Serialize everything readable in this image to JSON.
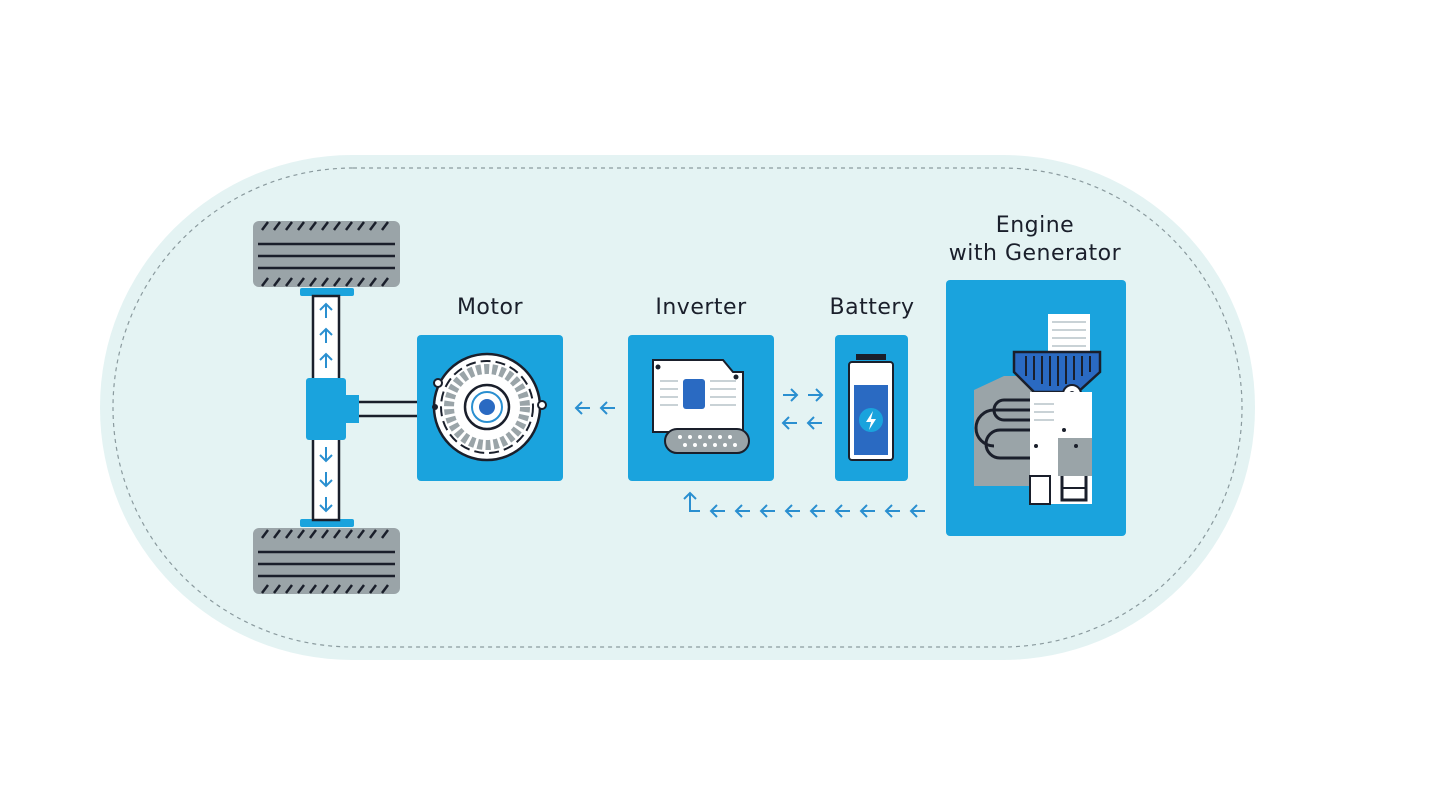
{
  "diagram": {
    "components": {
      "motor": {
        "label": "Motor"
      },
      "inverter": {
        "label": "Inverter"
      },
      "battery": {
        "label": "Battery"
      },
      "engine": {
        "label_line1": "Engine",
        "label_line2": "with Generator"
      }
    },
    "flows": [
      {
        "from": "engine",
        "to": "inverter",
        "style": "dashed-arrows"
      },
      {
        "from": "inverter",
        "to": "battery",
        "style": "dashed-arrows"
      },
      {
        "from": "battery",
        "to": "inverter",
        "style": "dashed-arrows"
      },
      {
        "from": "inverter",
        "to": "motor",
        "style": "dashed-arrows"
      },
      {
        "from": "motor",
        "to": "wheels",
        "style": "dashed-arrows"
      }
    ],
    "colors": {
      "background_pill": "#e4f3f3",
      "tile_blue": "#1aa3dd",
      "accent_blue": "#2a8fd0",
      "dark": "#1a1f2b",
      "gray": "#9aa4a8"
    }
  }
}
